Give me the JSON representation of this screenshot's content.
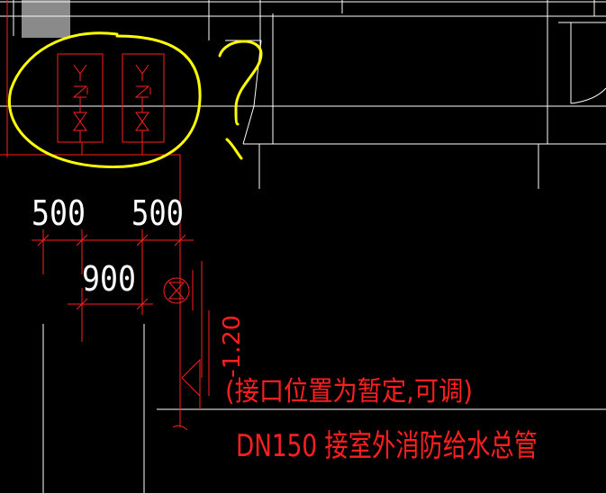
{
  "drawing": {
    "background_color": "#000000",
    "line_colors": {
      "red": "#ff1f1f",
      "white": "#ffffff",
      "yellow": "#ffff00",
      "grey": "#8a8a8a"
    },
    "dimensions": {
      "dim_left_top": "500",
      "dim_right_top": "500",
      "dim_center": "900"
    },
    "elevation_label": "-1.20",
    "note_interface": "(接口位置为暂定,可调)",
    "note_main_pipe": "DN150 接室外消防给水总管",
    "markup_question": "?",
    "icons": {
      "valve_cabinet": "fire-hydrant-valve-icon",
      "gate_valve": "gate-valve-icon",
      "inspection_valve": "valve-circle-icon"
    }
  }
}
